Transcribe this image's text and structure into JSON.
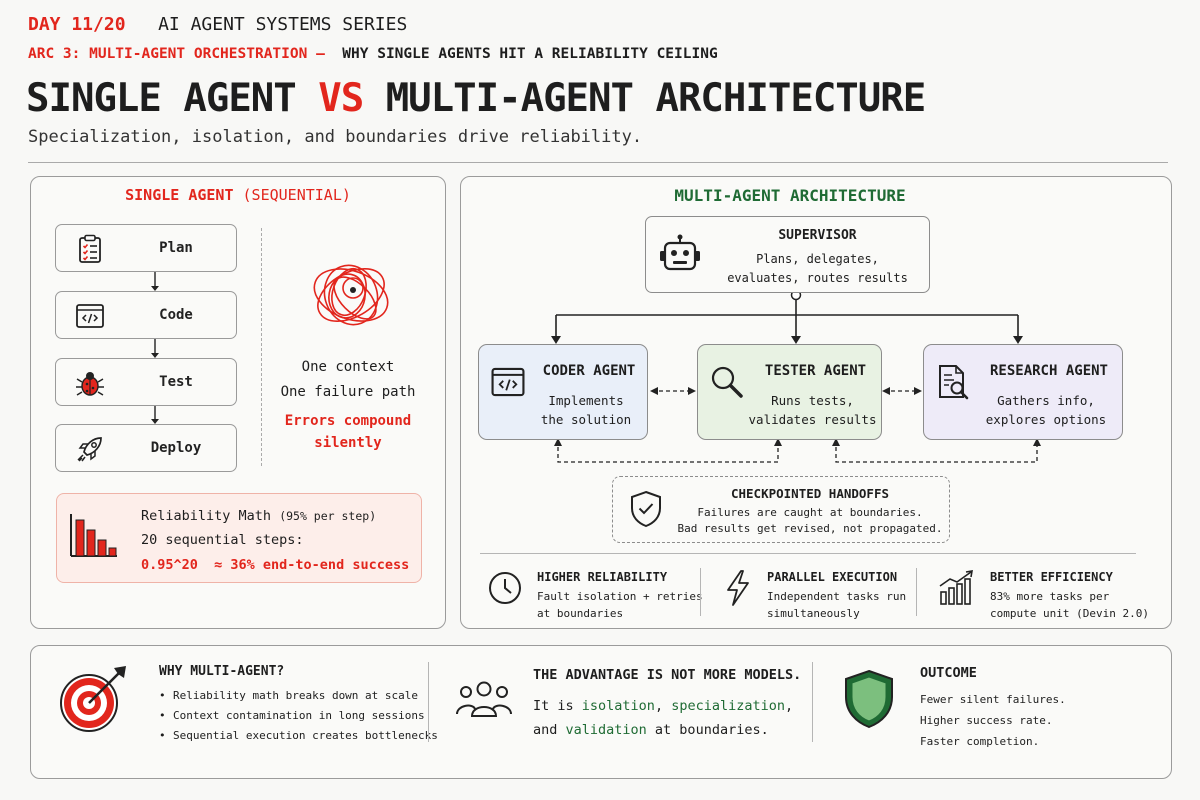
{
  "header": {
    "day": "DAY 11/20",
    "series": "AI AGENT SYSTEMS SERIES",
    "arc": "ARC 3: MULTI-AGENT ORCHESTRATION",
    "arc_dash": "–",
    "arc_subtitle": "WHY SINGLE AGENTS HIT A RELIABILITY CEILING",
    "title_part1": "SINGLE AGENT",
    "title_vs": "VS",
    "title_part2": "MULTI-AGENT ARCHITECTURE",
    "subtitle": "Specialization, isolation, and boundaries drive reliability."
  },
  "single": {
    "heading": "SINGLE AGENT",
    "heading_paren": "(SEQUENTIAL)",
    "steps": [
      {
        "label": "Plan",
        "icon": "clipboard-icon"
      },
      {
        "label": "Code",
        "icon": "code-window-icon"
      },
      {
        "label": "Test",
        "icon": "bug-icon"
      },
      {
        "label": "Deploy",
        "icon": "rocket-icon"
      }
    ],
    "context_line1": "One context",
    "context_line2": "One failure path",
    "errors_line1": "Errors compound",
    "errors_line2": "silently",
    "math_title": "Reliability Math",
    "math_paren": "(95% per step)",
    "math_steps": "20 sequential steps:",
    "math_formula": "0.95^20  ≈ 36% end-to-end success"
  },
  "multi": {
    "heading": "MULTI-AGENT ARCHITECTURE",
    "supervisor": {
      "title": "SUPERVISOR",
      "line1": "Plans, delegates,",
      "line2": "evaluates, routes results"
    },
    "agents": [
      {
        "title": "CODER AGENT",
        "line1": "Implements",
        "line2": "the solution",
        "icon": "code-window-icon",
        "bg": "#e9eff9"
      },
      {
        "title": "TESTER AGENT",
        "line1": "Runs tests,",
        "line2": "validates results",
        "icon": "magnifier-icon",
        "bg": "#e8f2e3"
      },
      {
        "title": "RESEARCH AGENT",
        "line1": "Gathers info,",
        "line2": "explores options",
        "icon": "document-search-icon",
        "bg": "#eeebf8"
      }
    ],
    "handoffs": {
      "title": "CHECKPOINTED HANDOFFS",
      "line1": "Failures are caught at boundaries.",
      "line2": "Bad results get revised, not propagated."
    },
    "benefits": [
      {
        "title": "HIGHER RELIABILITY",
        "line1": "Fault isolation + retries",
        "line2": "at boundaries",
        "icon": "clock-icon"
      },
      {
        "title": "PARALLEL EXECUTION",
        "line1": "Independent tasks run",
        "line2": "simultaneously",
        "icon": "lightning-icon"
      },
      {
        "title": "BETTER EFFICIENCY",
        "line1": "83% more tasks per",
        "line2": "compute unit (Devin 2.0)",
        "icon": "growth-chart-icon"
      }
    ]
  },
  "footer": {
    "why_title": "WHY MULTI-AGENT?",
    "why_bullets": [
      "Reliability math breaks down at scale",
      "Context contamination in long sessions",
      "Sequential execution creates bottlenecks"
    ],
    "advantage_title": "THE ADVANTAGE IS NOT MORE MODELS.",
    "adv_it_is": "It is ",
    "adv_isolation": "isolation",
    "adv_comma1": ", ",
    "adv_specialization": "specialization",
    "adv_comma2": ",",
    "adv_and": "and ",
    "adv_validation": "validation",
    "adv_tail": " at boundaries.",
    "outcome_title": "OUTCOME",
    "outcome_lines": [
      "Fewer silent failures.",
      "Higher success rate.",
      "Faster completion."
    ]
  },
  "colors": {
    "accent_red": "#e2261d",
    "accent_green": "#1f6b34",
    "coder_bg": "#e9eff9",
    "tester_bg": "#e8f2e3",
    "research_bg": "#eeebf8",
    "math_bg": "#fdeeea"
  }
}
